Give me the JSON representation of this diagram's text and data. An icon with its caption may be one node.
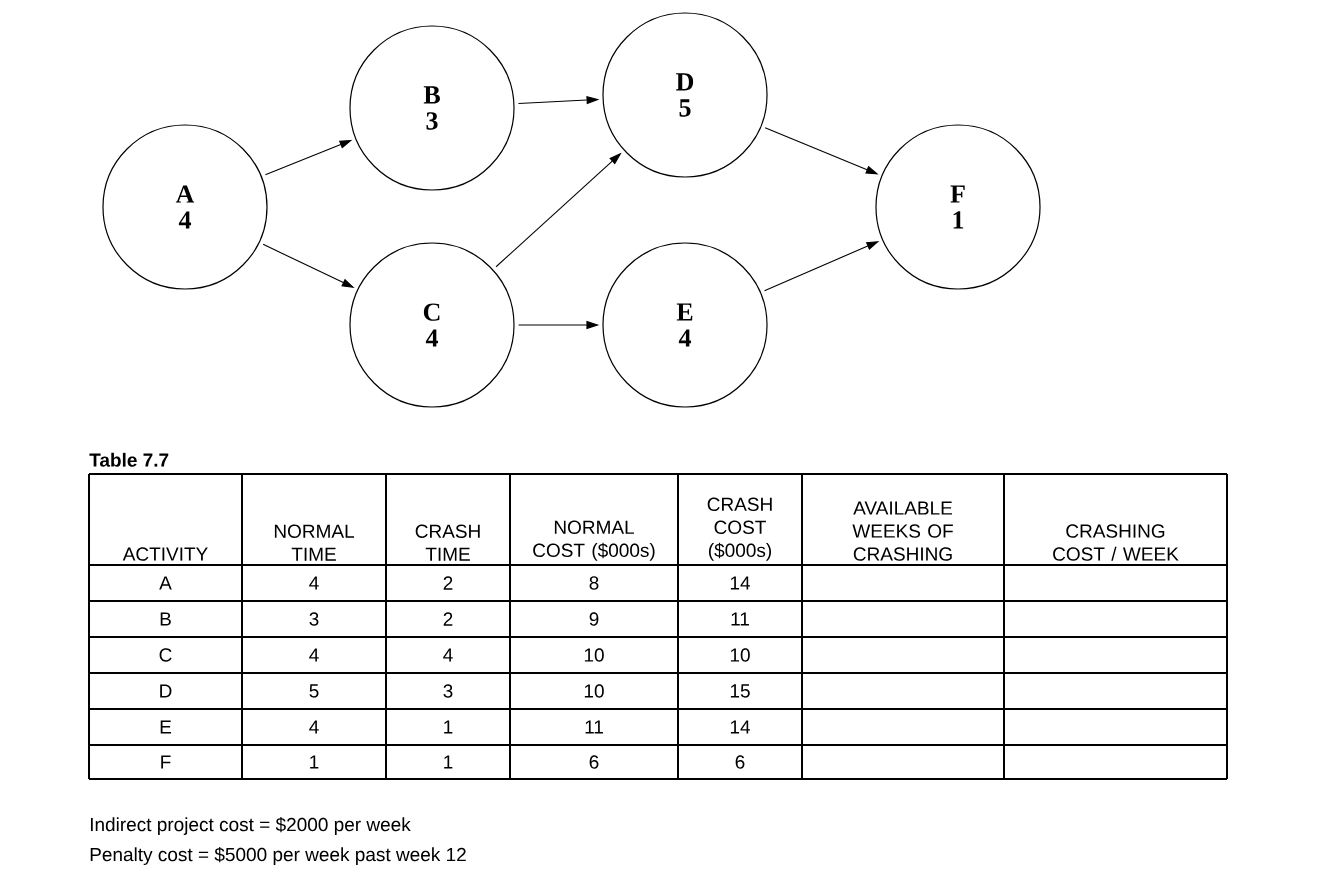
{
  "diagram": {
    "nodes": [
      {
        "text": [
          "A",
          "4"
        ]
      },
      {
        "text": [
          "B",
          "3"
        ]
      },
      {
        "text": [
          "C",
          "4"
        ]
      },
      {
        "text": [
          "D",
          "5"
        ]
      },
      {
        "text": [
          "E",
          "4"
        ]
      },
      {
        "text": [
          "F",
          "1"
        ]
      }
    ],
    "edges": [
      {
        "from": 0,
        "to": 1,
        "arrow": "to"
      },
      {
        "from": 0,
        "to": 2,
        "arrow": "to"
      },
      {
        "from": 1,
        "to": 3,
        "arrow": "to"
      },
      {
        "from": 2,
        "to": 3,
        "arrow": "to"
      },
      {
        "from": 2,
        "to": 4,
        "arrow": "to"
      },
      {
        "from": 3,
        "to": 5,
        "arrow": "to"
      },
      {
        "from": 4,
        "to": 5,
        "arrow": "to"
      }
    ],
    "labels": [
      "Table 7.7",
      "ACTIVITY",
      "NORMAL TIME",
      "CRASH TIME",
      "NORMAL COST ($000s)",
      "CRASH COST ($000s)",
      "AVAILABLE WEEKS OF CRASHING",
      "CRASHING COST / WEEK",
      "A",
      "4",
      "2",
      "8",
      "14",
      "B",
      "3",
      "2",
      "9",
      "11",
      "C",
      "4",
      "4",
      "10",
      "10",
      "D",
      "5",
      "3",
      "10",
      "15",
      "E",
      "4",
      "1",
      "11",
      "14",
      "F",
      "1",
      "1",
      "6",
      "6",
      "Indirect project cost = $2000 per week",
      "Penalty cost = $5000 per week past week 12"
    ]
  }
}
